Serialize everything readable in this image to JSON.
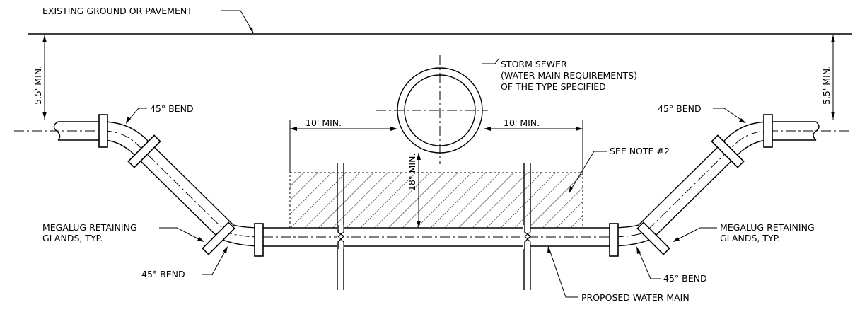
{
  "labels": {
    "existing_ground": "EXISTING GROUND OR PAVEMENT",
    "min_cover_left": "5.5' MIN.",
    "min_cover_right": "5.5' MIN.",
    "bend_top_left": "45° BEND",
    "bend_top_right": "45° BEND",
    "bend_bottom_left": "45° BEND",
    "bend_bottom_right": "45° BEND",
    "storm_sewer_line1": "STORM SEWER",
    "storm_sewer_line2": "(WATER MAIN REQUIREMENTS)",
    "storm_sewer_line3": "OF THE TYPE SPECIFIED",
    "clearance_left": "10' MIN.",
    "clearance_right": "10' MIN.",
    "vertical_clearance": "18\" MIN.",
    "see_note": "SEE NOTE #2",
    "megalug_left_line1": "MEGALUG RETAINING",
    "megalug_left_line2": "GLANDS, TYP.",
    "megalug_right_line1": "MEGALUG RETAINING",
    "megalug_right_line2": "GLANDS, TYP.",
    "proposed_water_main": "PROPOSED WATER MAIN"
  }
}
